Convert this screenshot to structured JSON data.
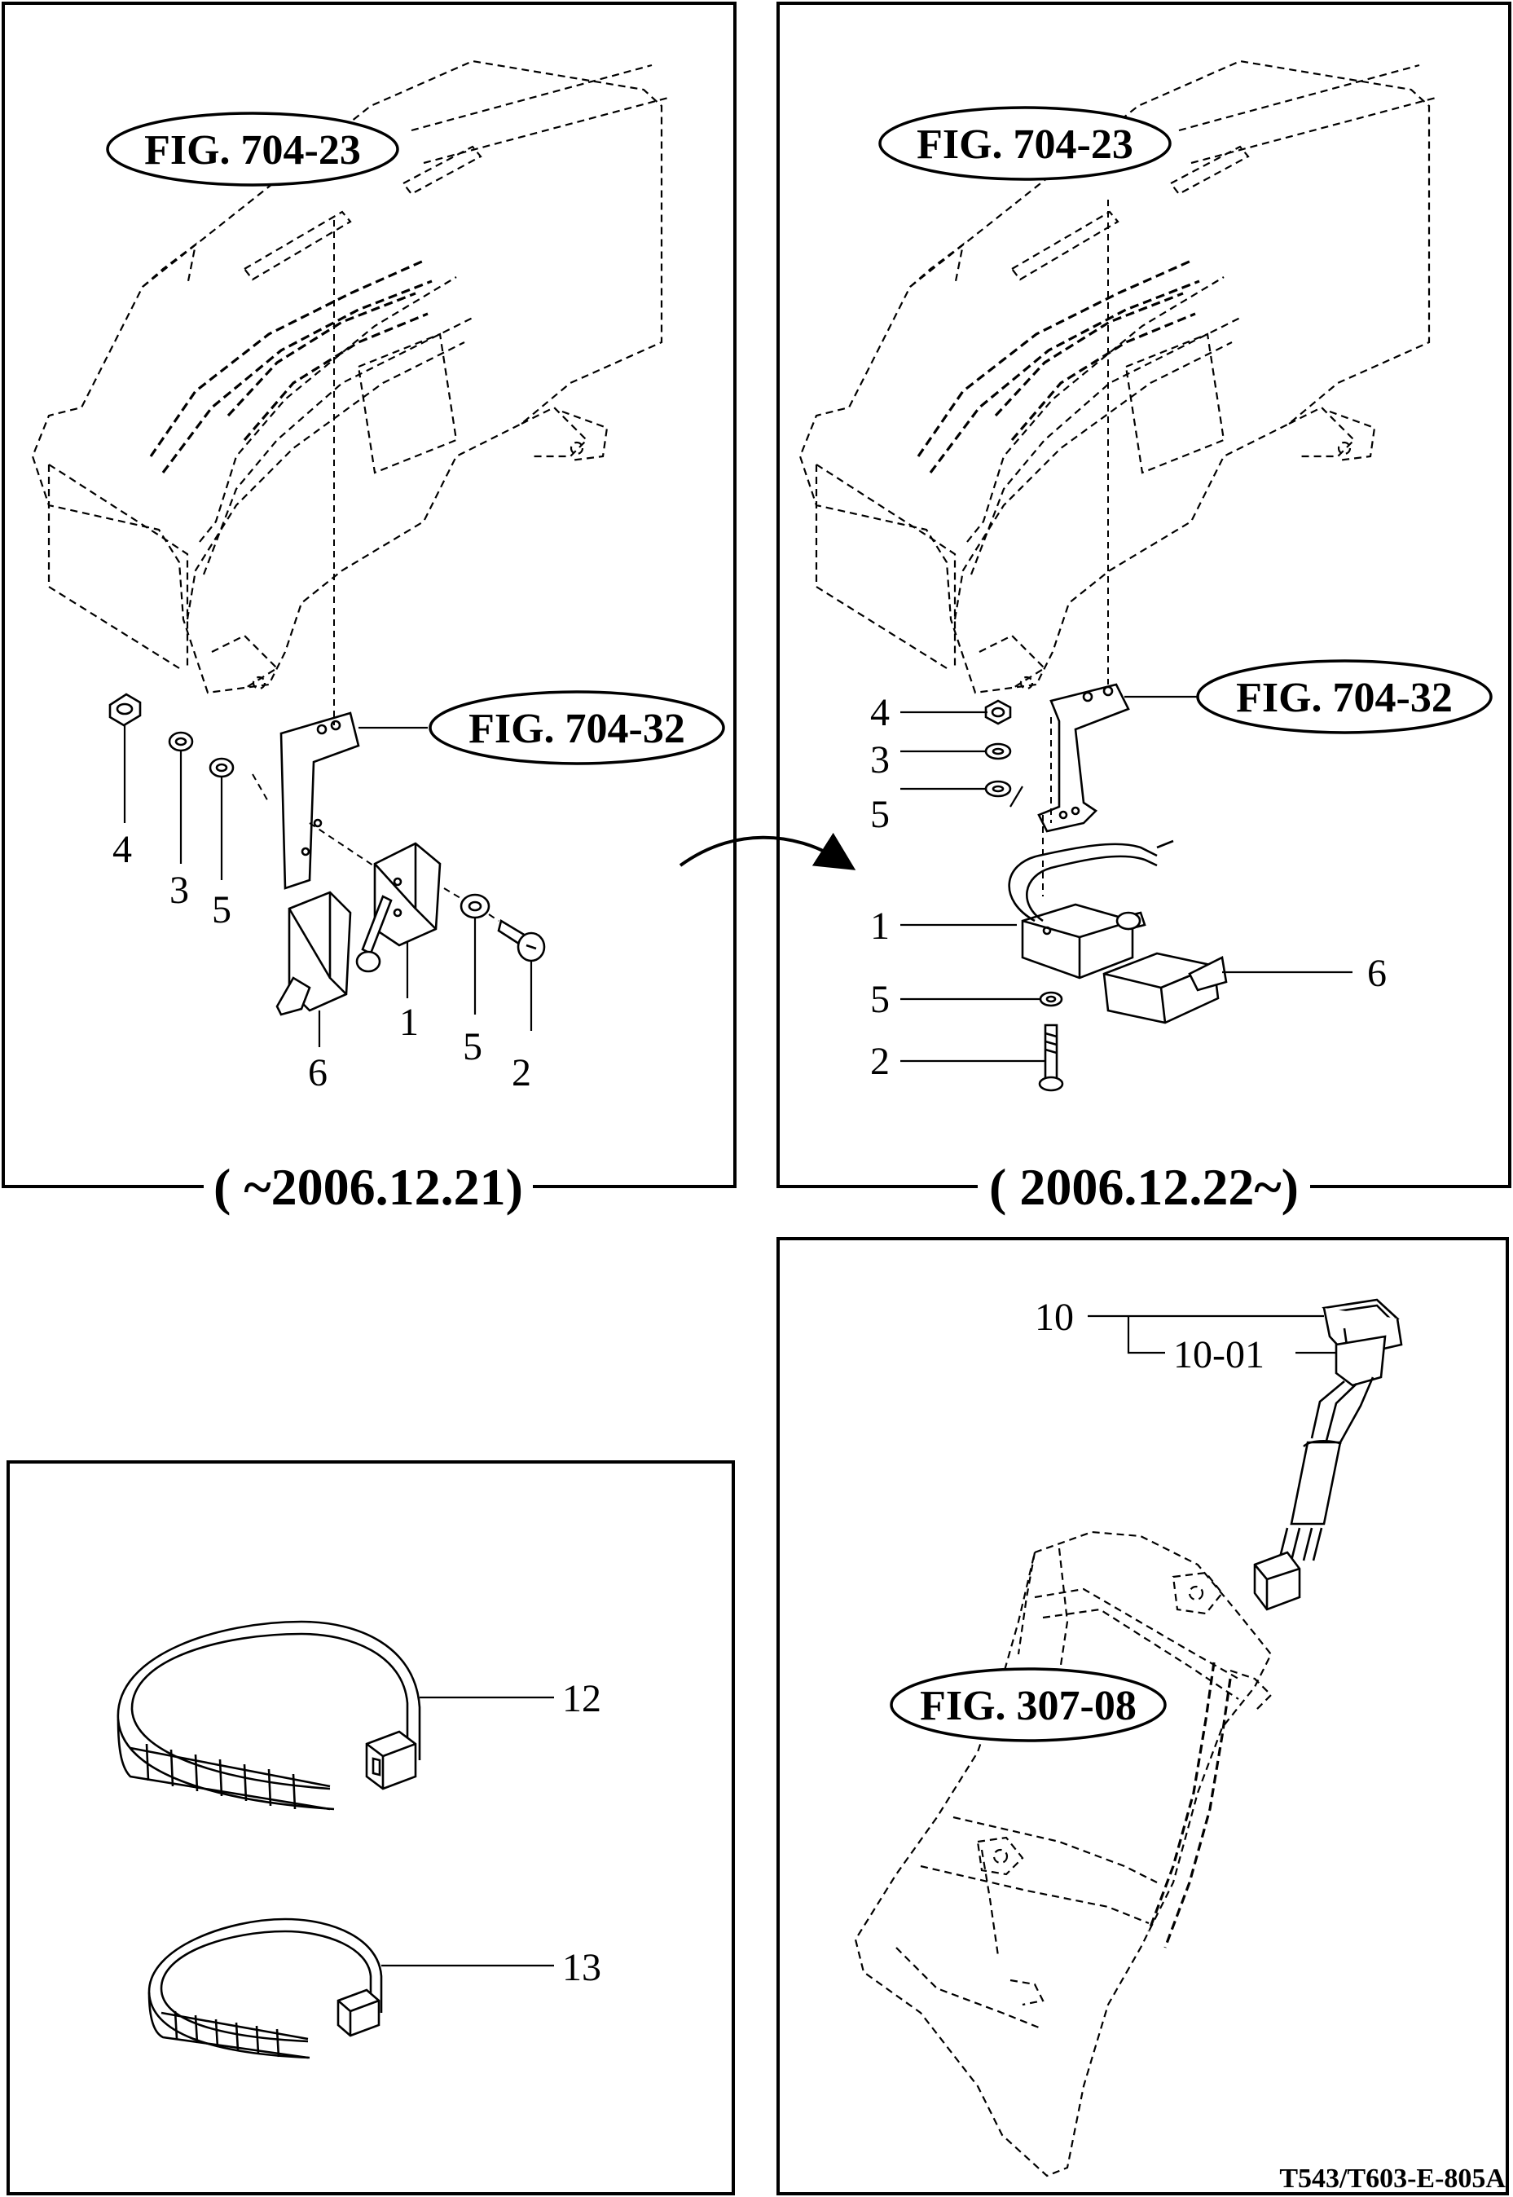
{
  "figure_refs": {
    "left_top": "FIG. 704-23",
    "left_mid": "FIG. 704-32",
    "right_top": "FIG. 704-23",
    "right_mid": "FIG. 704-32",
    "harness": "FIG. 307-08"
  },
  "dates": {
    "old": "( ~2006.12.21)",
    "new": "( 2006.12.22~)"
  },
  "part_numbers": {
    "left": {
      "p4": "4",
      "p3": "3",
      "p5a": "5",
      "p6": "6",
      "p1": "1",
      "p5b": "5",
      "p2": "2"
    },
    "right": {
      "p4": "4",
      "p3": "3",
      "p5a": "5",
      "p1": "1",
      "p5b": "5",
      "p2": "2",
      "p6": "6"
    },
    "harness": {
      "p10": "10",
      "p1001": "10-01"
    },
    "bands": {
      "p12": "12",
      "p13": "13"
    }
  },
  "document_ref": "T543/T603-E-805A"
}
